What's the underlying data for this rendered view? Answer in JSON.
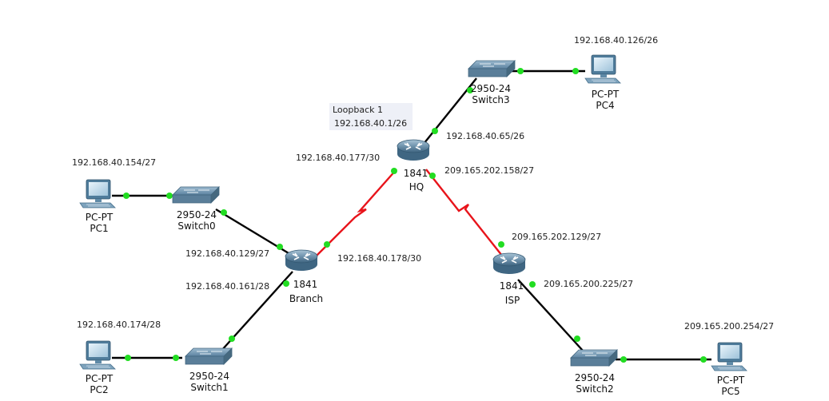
{
  "devices": {
    "pc1": {
      "model": "PC-PT",
      "name": "PC1"
    },
    "pc2": {
      "model": "PC-PT",
      "name": "PC2"
    },
    "pc4": {
      "model": "PC-PT",
      "name": "PC4"
    },
    "pc5": {
      "model": "PC-PT",
      "name": "PC5"
    },
    "switch0": {
      "model": "2950-24",
      "name": "Switch0"
    },
    "switch1": {
      "model": "2950-24",
      "name": "Switch1"
    },
    "switch2": {
      "model": "2950-24",
      "name": "Switch2"
    },
    "switch3": {
      "model": "2950-24",
      "name": "Switch3"
    },
    "hq": {
      "model": "1841",
      "name": "HQ"
    },
    "branch": {
      "model": "1841",
      "name": "Branch"
    },
    "isp": {
      "model": "1841",
      "name": "ISP"
    }
  },
  "addresses": {
    "pc1": "192.168.40.154/27",
    "pc2": "192.168.40.174/28",
    "pc4": "192.168.40.126/26",
    "pc5": "209.165.200.254/27",
    "branch_lan1": "192.168.40.129/27",
    "branch_lan2": "192.168.40.161/28",
    "branch_wan": "192.168.40.178/30",
    "hq_wan_branch": "192.168.40.177/30",
    "hq_lan": "192.168.40.65/26",
    "hq_wan_isp": "209.165.202.158/27",
    "isp_wan": "209.165.202.129/27",
    "isp_lan": "209.165.200.225/27",
    "loopback_title": "Loopback 1",
    "loopback_addr": "192.168.40.1/26"
  },
  "colors": {
    "ethernet": "#000000",
    "serial": "#e8141b",
    "link_up": "#22dd22"
  }
}
